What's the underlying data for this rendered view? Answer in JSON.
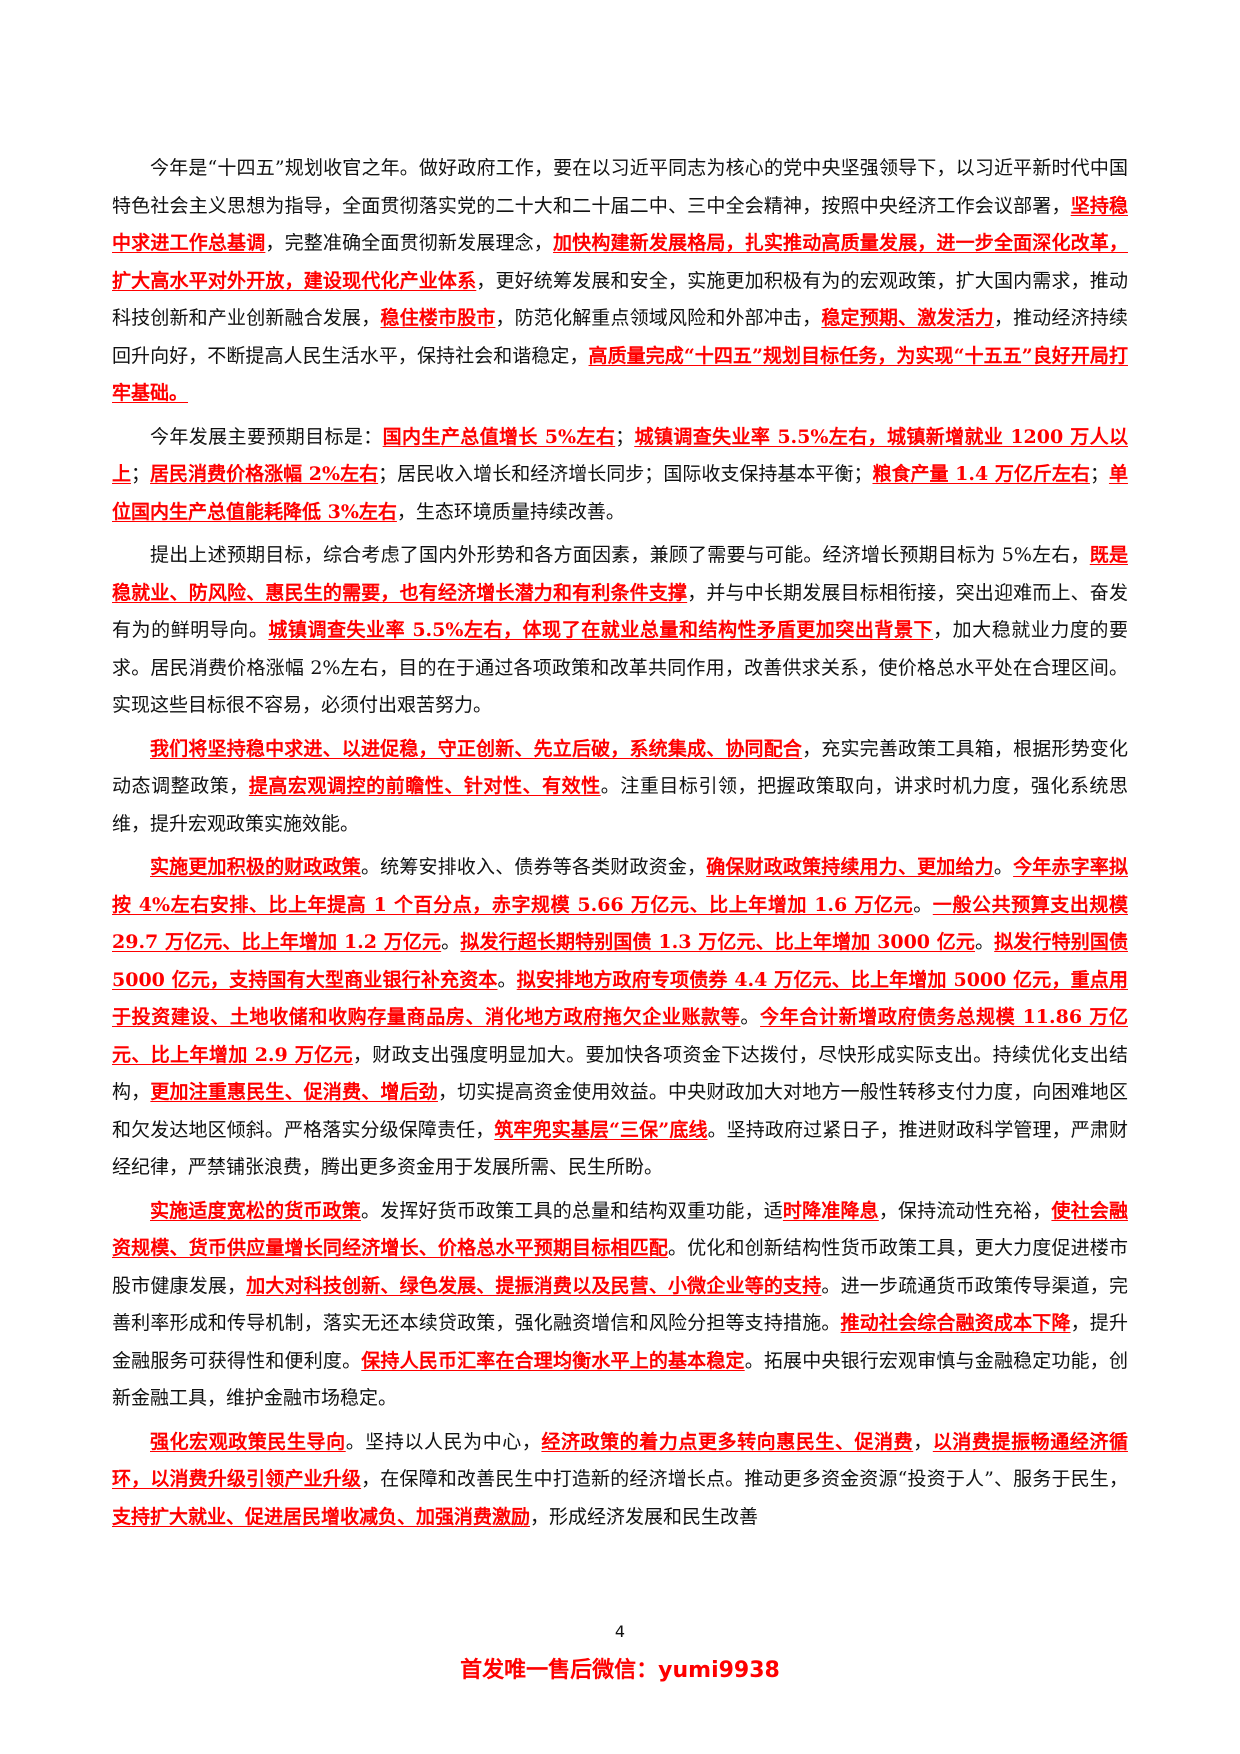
{
  "paragraphs": [
    [
      {
        "t": "今年是“十四五”规划收官之年。做好政府工作，要在以习近平同志为核心的党中央坚强领导下，以习近平新时代中国特色社会主义思想为指导，全面贯彻落实党的二十大和二十届二中、三中全会精神，按照中央经济工作会议部署，",
        "h": false
      },
      {
        "t": "坚持稳中求进工作总基调",
        "h": true
      },
      {
        "t": "，完整准确全面贯彻新发展理念，",
        "h": false
      },
      {
        "t": "加快构建新发展格局，扎实推动高质量发展，进一步全面深化改革，扩大高水平对外开放，建设现代化产业体系",
        "h": true
      },
      {
        "t": "，更好统筹发展和安全，实施更加积极有为的宏观政策，扩大国内需求，推动科技创新和产业创新融合发展，",
        "h": false
      },
      {
        "t": "稳住楼市股市",
        "h": true
      },
      {
        "t": "，防范化解重点领域风险和外部冲击，",
        "h": false
      },
      {
        "t": "稳定预期、激发活力",
        "h": true
      },
      {
        "t": "，推动经济持续回升向好，不断提高人民生活水平，保持社会和谐稳定，",
        "h": false
      },
      {
        "t": "高质量完成“十四五”规划目标任务，为实现“十五五”良好开局打牢基础。",
        "h": true
      }
    ],
    [
      {
        "t": "今年发展主要预期目标是：",
        "h": false
      },
      {
        "t": "国内生产总值增长 5%左右",
        "h": true
      },
      {
        "t": "；",
        "h": false
      },
      {
        "t": "城镇调查失业率 5.5%左右，城镇新增就业 1200 万人以上",
        "h": true
      },
      {
        "t": "；",
        "h": false
      },
      {
        "t": "居民消费价格涨幅 2%左右",
        "h": true
      },
      {
        "t": "；居民收入增长和经济增长同步；国际收支保持基本平衡；",
        "h": false
      },
      {
        "t": "粮食产量 1.4 万亿斤左右",
        "h": true
      },
      {
        "t": "；",
        "h": false
      },
      {
        "t": "单位国内生产总值能耗降低 3%左右",
        "h": true
      },
      {
        "t": "，生态环境质量持续改善。",
        "h": false
      }
    ],
    [
      {
        "t": "提出上述预期目标，综合考虑了国内外形势和各方面因素，兼顾了需要与可能。经济增长预期目标为 5%左右，",
        "h": false
      },
      {
        "t": "既是稳就业、防风险、惠民生的需要，也有经济增长潜力和有利条件支撑",
        "h": true
      },
      {
        "t": "，并与中长期发展目标相衔接，突出迎难而上、奋发有为的鲜明导向。",
        "h": false
      },
      {
        "t": "城镇调查失业率 5.5%左右，体现了在就业总量和结构性矛盾更加突出背景下",
        "h": true
      },
      {
        "t": "，加大稳就业力度的要求。居民消费价格涨幅 2%左右，目的在于通过各项政策和改革共同作用，改善供求关系，使价格总水平处在合理区间。实现这些目标很不容易，必须付出艰苦努力。",
        "h": false
      }
    ],
    [
      {
        "t": "我们将坚持稳中求进、以进促稳，守正创新、先立后破，系统集成、协同配合",
        "h": true
      },
      {
        "t": "，充实完善政策工具箱，根据形势变化动态调整政策，",
        "h": false
      },
      {
        "t": "提高宏观调控的前瞻性、针对性、有效性",
        "h": true
      },
      {
        "t": "。注重目标引领，把握政策取向，讲求时机力度，强化系统思维，提升宏观政策实施效能。",
        "h": false
      }
    ],
    [
      {
        "t": "实施更加积极的财政政策",
        "h": true
      },
      {
        "t": "。统筹安排收入、债券等各类财政资金，",
        "h": false
      },
      {
        "t": "确保财政政策持续用力、更加给力",
        "h": true
      },
      {
        "t": "。",
        "h": false
      },
      {
        "t": "今年赤字率拟按 4%左右安排、比上年提高 1 个百分点，赤字规模 5.66 万亿元、比上年增加 1.6 万亿元",
        "h": true
      },
      {
        "t": "。",
        "h": false
      },
      {
        "t": "一般公共预算支出规模 29.7 万亿元、比上年增加 1.2 万亿元",
        "h": true
      },
      {
        "t": "。",
        "h": false
      },
      {
        "t": "拟发行超长期特别国债 1.3 万亿元、比上年增加 3000 亿元",
        "h": true
      },
      {
        "t": "。",
        "h": false
      },
      {
        "t": "拟发行特别国债 5000 亿元，支持国有大型商业银行补充资本",
        "h": true
      },
      {
        "t": "。",
        "h": false
      },
      {
        "t": "拟安排地方政府专项债券 4.4 万亿元、比上年增加 5000 亿元，重点用于投资建设、土地收储和收购存量商品房、消化地方政府拖欠企业账款等",
        "h": true
      },
      {
        "t": "。",
        "h": false
      },
      {
        "t": "今年合计新增政府债务总规模 11.86 万亿元、比上年增加 2.9 万亿元",
        "h": true
      },
      {
        "t": "，财政支出强度明显加大。要加快各项资金下达拨付，尽快形成实际支出。持续优化支出结构，",
        "h": false
      },
      {
        "t": "更加注重惠民生、促消费、增后劲",
        "h": true
      },
      {
        "t": "，切实提高资金使用效益。中央财政加大对地方一般性转移支付力度，向困难地区和欠发达地区倾斜。严格落实分级保障责任，",
        "h": false
      },
      {
        "t": "筑牢兜实基层“三保”底线",
        "h": true
      },
      {
        "t": "。坚持政府过紧日子，推进财政科学管理，严肃财经纪律，严禁铺张浪费，腾出更多资金用于发展所需、民生所盼。",
        "h": false
      }
    ],
    [
      {
        "t": "实施适度宽松的货币政策",
        "h": true
      },
      {
        "t": "。发挥好货币政策工具的总量和结构双重功能，适",
        "h": false
      },
      {
        "t": "时降准降息",
        "h": true
      },
      {
        "t": "，保持流动性充裕，",
        "h": false
      },
      {
        "t": "使社会融资规模、货币供应量增长同经济增长、价格总水平预期目标相匹配",
        "h": true
      },
      {
        "t": "。优化和创新结构性货币政策工具，更大力度促进楼市股市健康发展，",
        "h": false
      },
      {
        "t": "加大对科技创新、绿色发展、提振消费以及民营、小微企业等的支持",
        "h": true
      },
      {
        "t": "。进一步疏通货币政策传导渠道，完善利率形成和传导机制，落实无还本续贷政策，强化融资增信和风险分担等支持措施。",
        "h": false
      },
      {
        "t": "推动社会综合融资成本下降",
        "h": true
      },
      {
        "t": "，提升金融服务可获得性和便利度。",
        "h": false
      },
      {
        "t": "保持人民币汇率在合理均衡水平上的基本稳定",
        "h": true
      },
      {
        "t": "。拓展中央银行宏观审慎与金融稳定功能，创新金融工具，维护金融市场稳定。",
        "h": false
      }
    ],
    [
      {
        "t": "强化宏观政策民生导向",
        "h": true
      },
      {
        "t": "。坚持以人民为中心，",
        "h": false
      },
      {
        "t": "经济政策的着力点更多转向惠民生、促消费",
        "h": true
      },
      {
        "t": "，",
        "h": false
      },
      {
        "t": "以消费提振畅通经济循环，以消费升级引领产业升级",
        "h": true
      },
      {
        "t": "，在保障和改善民生中打造新的经济增长点。推动更多资金资源“投资于人”、服务于民生，",
        "h": false
      },
      {
        "t": "支持扩大就业、促进居民增收减负、加强消费激励",
        "h": true
      },
      {
        "t": "，形成经济发展和民生改善",
        "h": false
      }
    ]
  ],
  "page_number": "4",
  "footer": "首发唯一售后微信：yumi9938"
}
